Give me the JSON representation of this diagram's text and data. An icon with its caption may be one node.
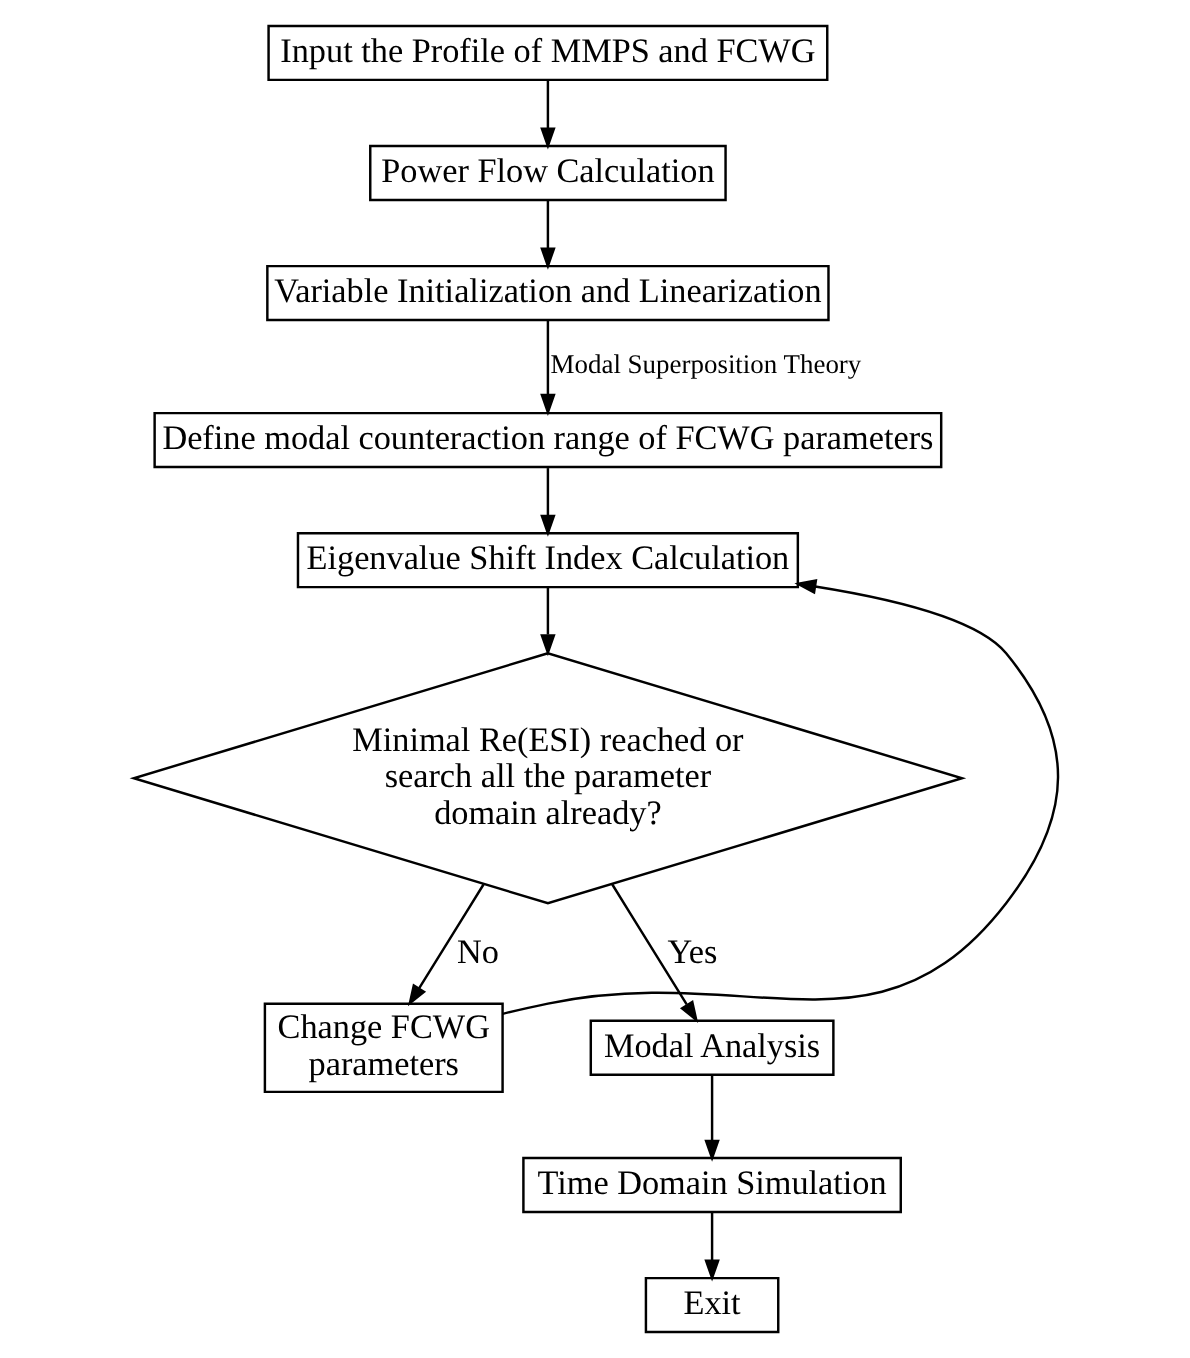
{
  "diagram": {
    "nodes": [
      {
        "text": [
          "Input the Profile of MMPS and FCWG"
        ]
      },
      {
        "text": [
          "Power Flow Calculation"
        ]
      },
      {
        "text": [
          "Variable Initialization and Linearization"
        ]
      },
      {
        "text": [
          "Define modal counteraction range of FCWG parameters"
        ]
      },
      {
        "text": [
          "Eigenvalue Shift Index Calculation"
        ]
      },
      {
        "text": [
          "Minimal Re(ESI) reached or search all the parameter domain already?"
        ]
      },
      {
        "text": [
          "Change FCWG parameters"
        ]
      },
      {
        "text": [
          "Modal Analysis"
        ]
      },
      {
        "text": [
          "Time Domain Simulation"
        ]
      },
      {
        "text": [
          "Exit"
        ]
      }
    ],
    "edges": [
      {
        "from": 0,
        "to": 1,
        "arrow": "to"
      },
      {
        "from": 1,
        "to": 2,
        "arrow": "to"
      },
      {
        "from": 2,
        "to": 3,
        "arrow": "to",
        "label": "Modal Superposition Theory"
      },
      {
        "from": 3,
        "to": 4,
        "arrow": "to"
      },
      {
        "from": 4,
        "to": 5,
        "arrow": "to"
      },
      {
        "from": 5,
        "to": 6,
        "arrow": "to",
        "label": "No"
      },
      {
        "from": 5,
        "to": 7,
        "arrow": "to",
        "label": "Yes"
      },
      {
        "from": 6,
        "to": 4,
        "arrow": "to"
      },
      {
        "from": 7,
        "to": 8,
        "arrow": "to"
      },
      {
        "from": 8,
        "to": 9,
        "arrow": "to"
      }
    ]
  }
}
